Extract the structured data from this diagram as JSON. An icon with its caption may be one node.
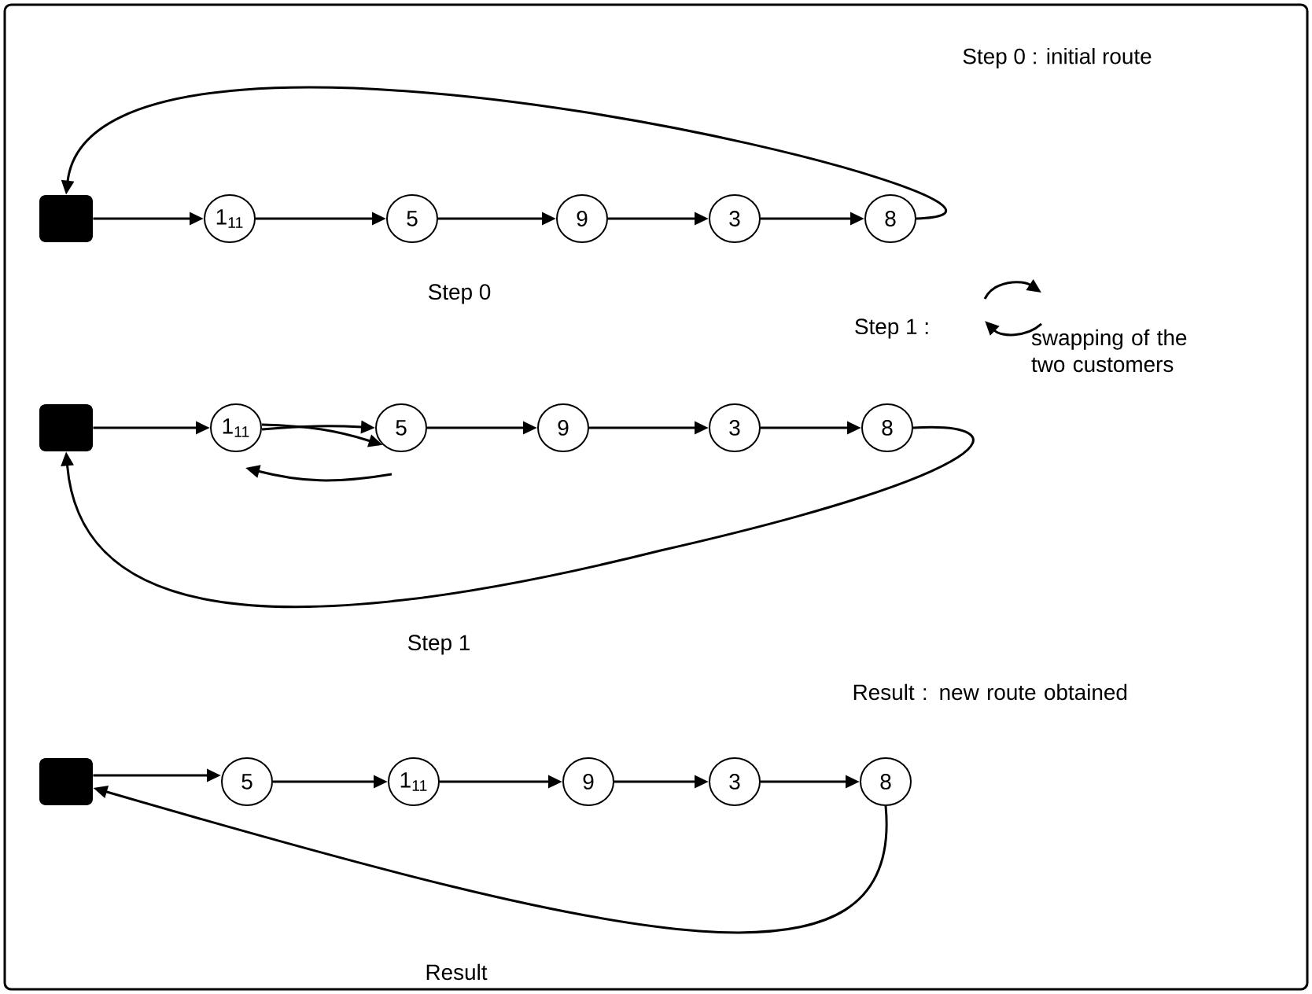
{
  "diagram": {
    "nodes": [
      {
        "text": [],
        "shape": "box"
      },
      {
        "text": [
          "1$_{11}$"
        ]
      },
      {
        "text": [
          "5"
        ]
      },
      {
        "text": [
          "9"
        ]
      },
      {
        "text": [
          "3"
        ]
      },
      {
        "text": [
          "8"
        ]
      },
      {
        "text": [],
        "shape": "box"
      },
      {
        "text": [
          "1$_{11}$"
        ]
      },
      {
        "text": [
          "5"
        ]
      },
      {
        "text": [
          "9"
        ]
      },
      {
        "text": [
          "3"
        ]
      },
      {
        "text": [
          "8"
        ]
      },
      {
        "text": [],
        "shape": "box"
      },
      {
        "text": [
          "5"
        ]
      },
      {
        "text": [
          "1$_{11}$"
        ]
      },
      {
        "text": [
          "9"
        ]
      },
      {
        "text": [
          "3"
        ]
      },
      {
        "text": [
          "8"
        ]
      }
    ],
    "edges": [
      {
        "from": 0,
        "to": 1,
        "arrow": "to"
      },
      {
        "from": 1,
        "to": 2,
        "arrow": "to"
      },
      {
        "from": 2,
        "to": 3,
        "arrow": "to"
      },
      {
        "from": 3,
        "to": 4,
        "arrow": "to"
      },
      {
        "from": 4,
        "to": 5,
        "arrow": "to"
      },
      {
        "from": 5,
        "to": 0,
        "arrow": "to"
      },
      {
        "from": 6,
        "to": 7,
        "arrow": "to"
      },
      {
        "from": 7,
        "to": 8,
        "arrow": "to"
      },
      {
        "from": 7,
        "to": 8,
        "arrow": "to"
      },
      {
        "from": 8,
        "to": 7,
        "arrow": "to"
      },
      {
        "from": 8,
        "to": 9,
        "arrow": "to"
      },
      {
        "from": 9,
        "to": 10,
        "arrow": "to"
      },
      {
        "from": 10,
        "to": 11,
        "arrow": "to"
      },
      {
        "from": 11,
        "to": 6,
        "arrow": "to"
      },
      {
        "from": 12,
        "to": 13,
        "arrow": "to"
      },
      {
        "from": 13,
        "to": 14,
        "arrow": "to"
      },
      {
        "from": 14,
        "to": 15,
        "arrow": "to"
      },
      {
        "from": 15,
        "to": 16,
        "arrow": "to"
      },
      {
        "from": 16,
        "to": 17,
        "arrow": "to"
      },
      {
        "from": 17,
        "to": 12,
        "arrow": "to"
      }
    ],
    "labels": [
      "Step 0 : initial route",
      "Step 0",
      "Step 1 :",
      "swapping of the two customers",
      "Step 1",
      "Result : new route obtained",
      "Result"
    ]
  }
}
